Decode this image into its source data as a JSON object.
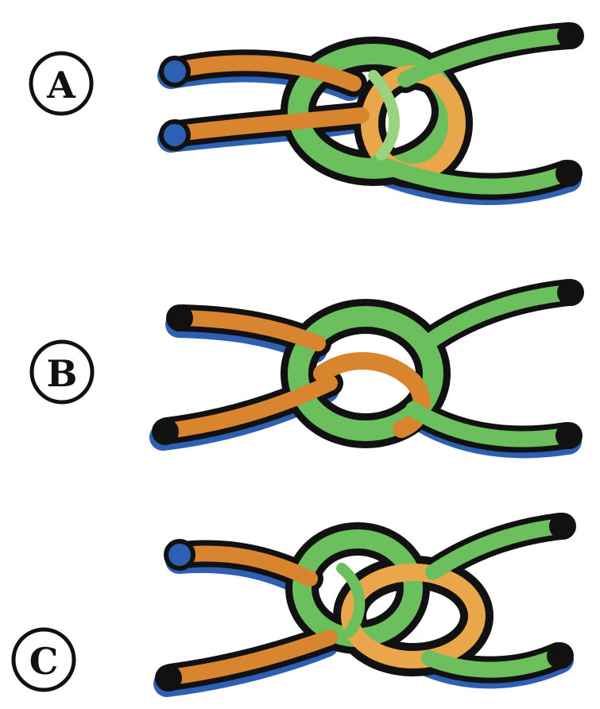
{
  "colors": {
    "background": "#ffffff",
    "outline": "#111111",
    "rope_orange": "#d9842f",
    "rope_orange_light": "#e9a64a",
    "rope_green": "#6bbf5c",
    "rope_green_light": "#9ad37f",
    "rope_blue": "#2d5fb3"
  },
  "figures": [
    {
      "label": "A",
      "knot": "knot-a"
    },
    {
      "label": "B",
      "knot": "knot-b"
    },
    {
      "label": "C",
      "knot": "knot-c"
    }
  ]
}
